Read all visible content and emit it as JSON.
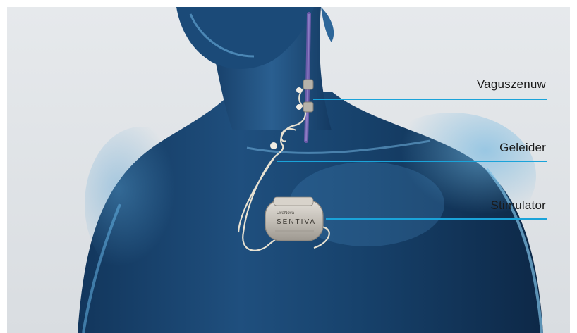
{
  "labels": {
    "vagus_nerve": "Vaguszenuw",
    "lead": "Geleider",
    "stimulator": "Stimulator"
  },
  "device": {
    "brand": "LivaNova",
    "model": "SENTIVA"
  },
  "colors": {
    "background": "#dfe3e6",
    "body_dark": "#0e2a4a",
    "body_light": "#5fa8d6",
    "callout_line": "#1aa3d9",
    "nerve": "#6a5aa8",
    "lead_wire": "#e8e2d2",
    "device_metal": "#c9c4bd"
  }
}
